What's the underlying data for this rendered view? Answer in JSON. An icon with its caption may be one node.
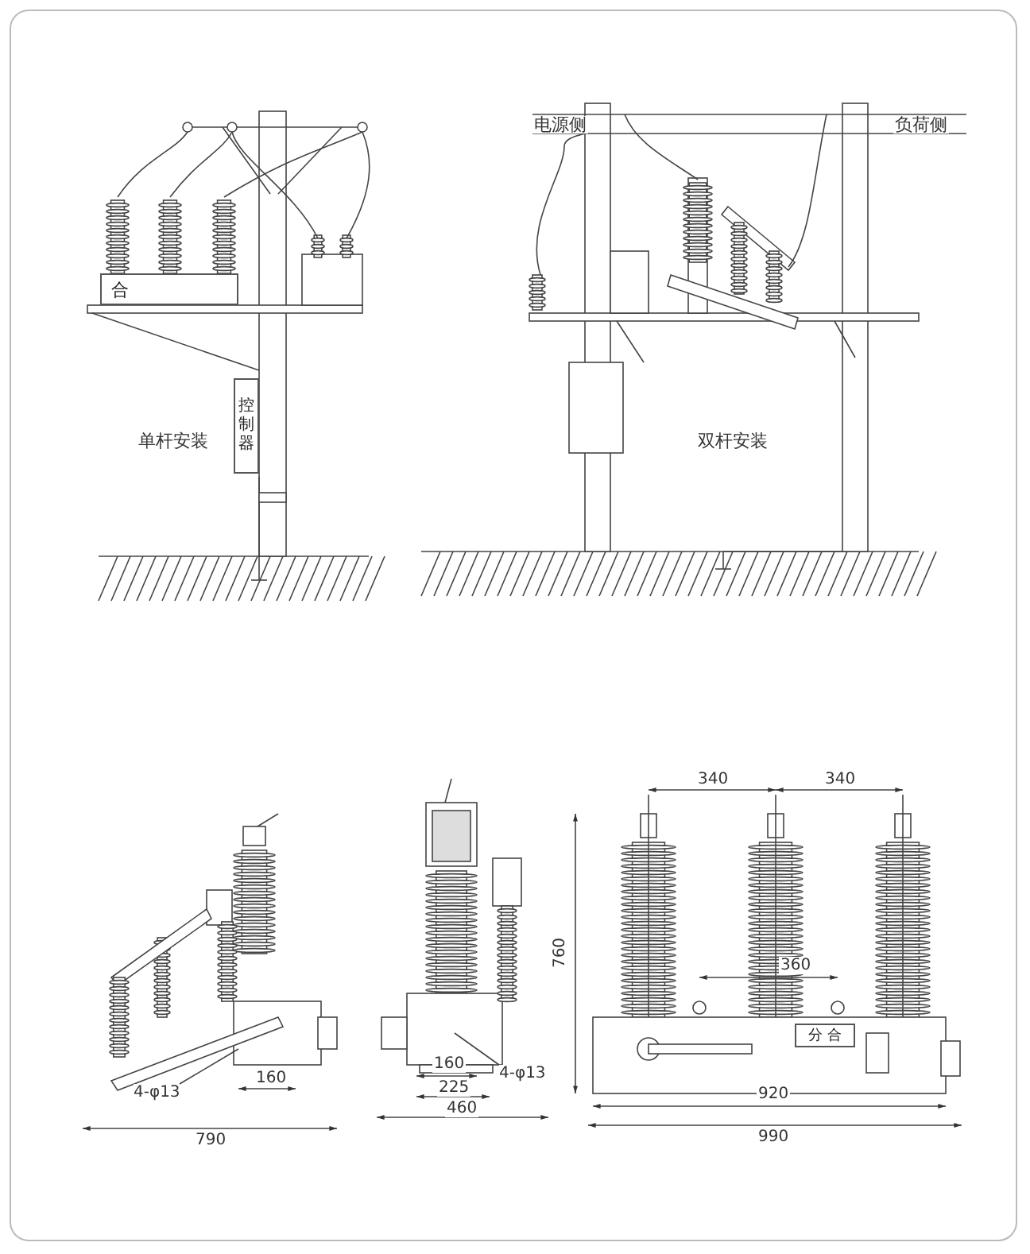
{
  "diagram": {
    "nodes": [
      {
        "text": [
          "合"
        ]
      },
      {
        "text": [
          "控制器"
        ]
      },
      {
        "text": [
          "分 合"
        ]
      },
      {
        "text": [
          "4-φ13"
        ]
      },
      {
        "text": [
          "4-φ13"
        ]
      }
    ],
    "edges": [
      {
        "from": 3,
        "to": null,
        "arrow": "none"
      },
      {
        "from": 4,
        "to": null,
        "arrow": "none"
      }
    ],
    "labels": [
      "电源侧",
      "负荷侧",
      "单杆安装",
      "双杆安装",
      "340",
      "340",
      "760",
      "360",
      "160",
      "790",
      "160",
      "225",
      "460",
      "920",
      "990"
    ]
  }
}
